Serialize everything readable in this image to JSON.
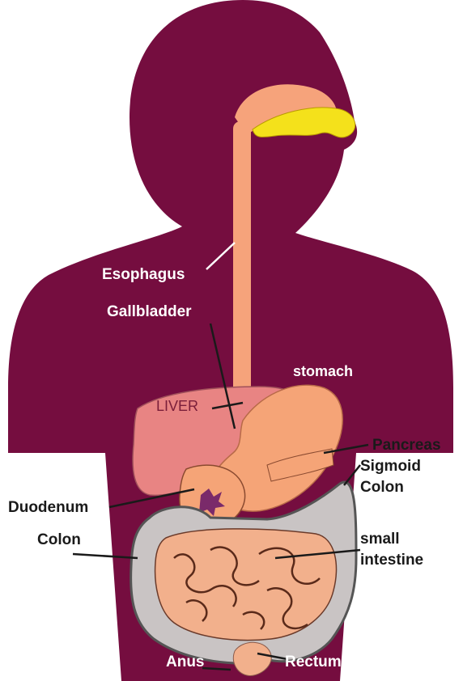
{
  "diagram": {
    "colors": {
      "body": "#750d3f",
      "esophagus": "#f6a37b",
      "tongue_teeth": "#f4e11b",
      "liver": "#e88483",
      "stomach": "#f5a477",
      "intestine": "#f2b08c",
      "colon": "#c9c4c4",
      "leader_light": "#ffffff",
      "leader_dark": "#1a1a1a"
    },
    "labels": {
      "esophagus": "Esophagus",
      "gallbladder": "Gallbladder",
      "stomach": "stomach",
      "liver": "LIVER",
      "pancreas": "Pancreas",
      "duodenum": "Duodenum",
      "sigmoid_colon_1": "Sigmoid",
      "sigmoid_colon_2": "Colon",
      "colon": "Colon",
      "small_intestine_1": "small",
      "small_intestine_2": "intestine",
      "anus": "Anus",
      "rectum": "Rectum"
    }
  }
}
